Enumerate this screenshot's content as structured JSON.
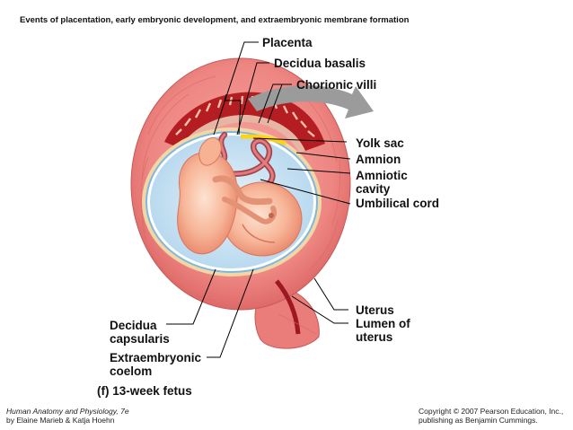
{
  "header": "Events of placentation, early embryonic development, and extraembryonic membrane formation",
  "labels": {
    "placenta": "Placenta",
    "decidua_basalis": "Decidua basalis",
    "chorionic_villi": "Chorionic villi",
    "yolk_sac": "Yolk sac",
    "amnion": "Amnion",
    "amniotic_cavity_1": "Amniotic",
    "amniotic_cavity_2": "cavity",
    "umbilical_cord": "Umbilical cord",
    "uterus": "Uterus",
    "lumen_1": "Lumen of",
    "lumen_2": "uterus",
    "decidua_capsularis_1": "Decidua",
    "decidua_capsularis_2": "capsularis",
    "extraembryonic_coelom_1": "Extraembryonic",
    "extraembryonic_coelom_2": "coelom"
  },
  "caption": "(f) 13-week fetus",
  "footer": {
    "book_title": "Human Anatomy and Physiology, 7e",
    "authors": "by Elaine Marieb & Katja Hoehn",
    "copyright": "Copyright © 2007 Pearson Education, Inc.,",
    "publisher": "publishing as Benjamin Cummings."
  }
}
